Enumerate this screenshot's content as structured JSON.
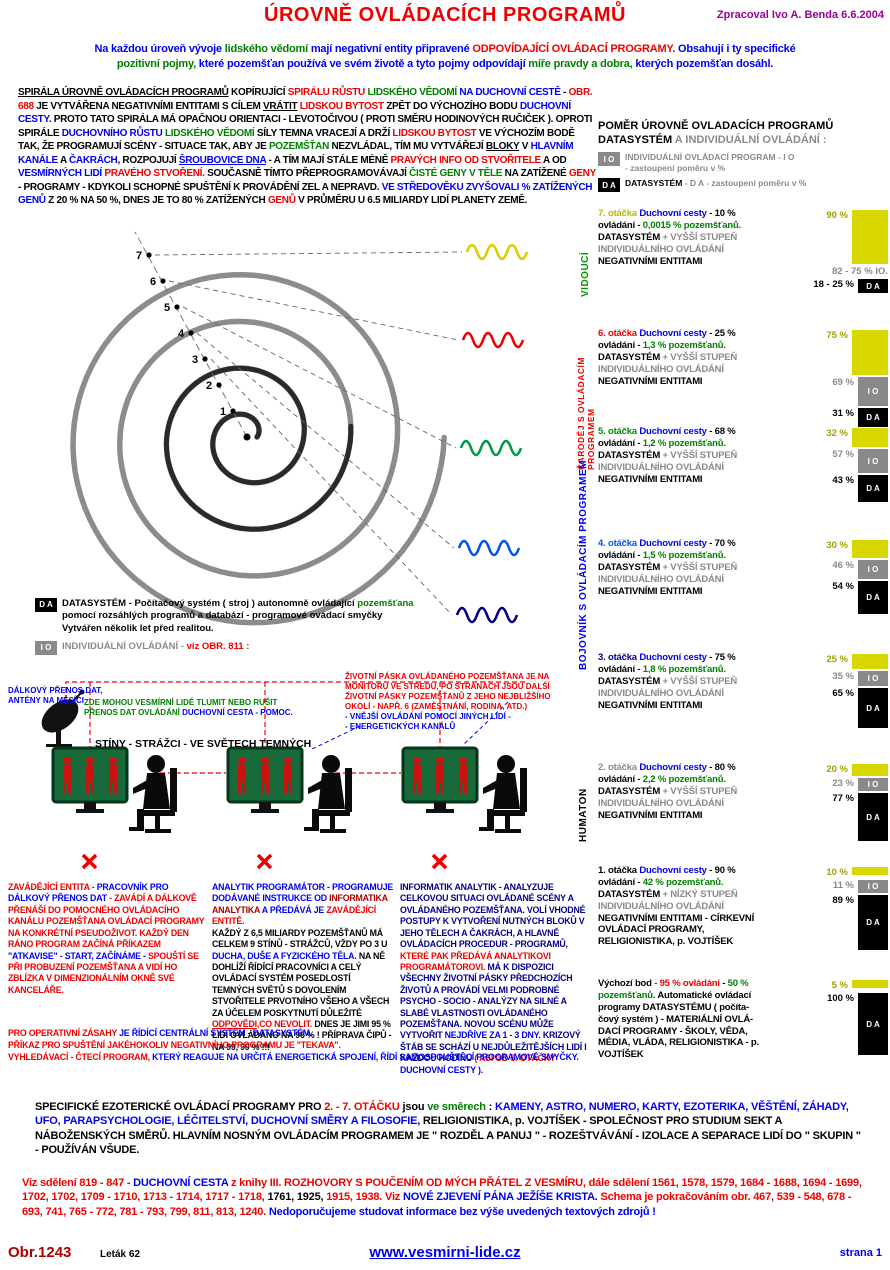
{
  "header": {
    "title": "ÚROVNĚ OVLÁDACÍCH PROGRAMŮ",
    "credit": "Zpracoval Ivo A. Benda  6.6.2004"
  },
  "intro_segments": [
    {
      "t": "Na každou úroveň vývoje ",
      "c": "#0000ee"
    },
    {
      "t": "lidského vědomí",
      "c": "#008000"
    },
    {
      "t": " mají negativní entity připravené ",
      "c": "#0000ee"
    },
    {
      "t": "ODPOVÍDAJÍCÍ OVLÁDACÍ PROGRAMY.",
      "c": "#ee0000"
    },
    {
      "t": " Obsahují i ty specifické\n",
      "c": "#0000ee"
    },
    {
      "t": "pozitivní pojmy,",
      "c": "#008000"
    },
    {
      "t": " které pozemšťan používá ve svém životě a tyto pojmy odpovídají ",
      "c": "#0000ee"
    },
    {
      "t": "míře pravdy a dobra,",
      "c": "#008000"
    },
    {
      "t": " kterých pozemšťan dosáhl.",
      "c": "#0000ee"
    }
  ],
  "main_paragraph_segments": [
    {
      "t": "SPIRÁLA ÚROVNĚ OVLÁDACÍCH PROGRAMŮ",
      "c": "#000000",
      "u": true
    },
    {
      "t": " KOPÍRUJÍCÍ ",
      "c": "#000000"
    },
    {
      "t": "SPIRÁLU RŮSTU ",
      "c": "#ee0000"
    },
    {
      "t": "LIDSKÉHO VĚDOMÍ",
      "c": "#008000"
    },
    {
      "t": " NA ",
      "c": "#0000ee"
    },
    {
      "t": "DUCHOVNÍ CESTĚ",
      "c": "#0000ee"
    },
    {
      "t": " - ",
      "c": "#000000"
    },
    {
      "t": "OBR. 688",
      "c": "#ee0000"
    },
    {
      "t": " JE VYTVÁŘENA NEGATIVNÍMI ENTITAMI S CÍLEM ",
      "c": "#000000"
    },
    {
      "t": "VRÁTIT",
      "c": "#000000",
      "u": true
    },
    {
      "t": " ",
      "c": "#000000"
    },
    {
      "t": "LIDSKOU BYTOST",
      "c": "#ee0000"
    },
    {
      "t": " ZPĚT DO VÝCHOZÍHO BODU ",
      "c": "#000000"
    },
    {
      "t": "DUCHOVNÍ CESTY.",
      "c": "#0000ee"
    },
    {
      "t": " PROTO TATO SPIRÁLA MÁ OPAČNOU ORIENTACI - LEVOTOČIVOU  ( PROTI SMĚRU HODINOVÝCH RUČIČEK ). OPROTI SPIRÁLE ",
      "c": "#000000"
    },
    {
      "t": "DUCHOVNÍHO RŮSTU ",
      "c": "#0000ee"
    },
    {
      "t": "LIDSKÉHO VĚDOMÍ",
      "c": "#008000"
    },
    {
      "t": " SÍLY TEMNA VRACEJÍ A DRŽÍ ",
      "c": "#000000"
    },
    {
      "t": "LIDSKOU BYTOST",
      "c": "#ee0000"
    },
    {
      "t": " VE VÝCHOZÍM  BODĚ TAK, ŽE PROGRAMUJÍ SCÉNY - SITUACE TAK, ABY JE ",
      "c": "#000000"
    },
    {
      "t": "POZEMŠŤAN",
      "c": "#008000"
    },
    {
      "t": "  NEZVLÁDAL, TÍM MU VYTVÁŘEJÍ ",
      "c": "#000000"
    },
    {
      "t": "BLOKY",
      "c": "#000000",
      "u": true
    },
    {
      "t": " V ",
      "c": "#000000"
    },
    {
      "t": "HLAVNÍM KANÁLE",
      "c": "#0000ee"
    },
    {
      "t": " A ",
      "c": "#000000"
    },
    {
      "t": "ČAKRÁCH",
      "c": "#0000ee"
    },
    {
      "t": ", ROZPOJUJÍ ",
      "c": "#000000"
    },
    {
      "t": "ŠROUBOVICE DNA",
      "c": "#0000ee",
      "u": true
    },
    {
      "t": " - A TÍM MAJÍ STÁLE MÉNĚ ",
      "c": "#000000"
    },
    {
      "t": "PRAVÝCH INFO OD STVOŘITELE",
      "c": "#ee0000"
    },
    {
      "t": " A OD ",
      "c": "#000000"
    },
    {
      "t": "VESMÍRNÝCH LIDÍ",
      "c": "#0000ee"
    },
    {
      "t": " ",
      "c": "#000000"
    },
    {
      "t": "PRAVÉHO STVOŘENÍ.",
      "c": "#ee0000"
    },
    {
      "t": " SOUČASNĚ TÍMTO PŘEPROGRAMOVÁVAJÍ ",
      "c": "#000000"
    },
    {
      "t": "ČISTÉ GENY V TĚLE",
      "c": "#008000"
    },
    {
      "t": " NA ZATÍŽENÉ ",
      "c": "#000000"
    },
    {
      "t": "GENY",
      "c": "#ee0000"
    },
    {
      "t": " - PROGRAMY - KDYKOLI SCHOPNÉ SPUŠTĚNÍ K PROVÁDĚNÍ ZEL A NEPRAVD. ",
      "c": "#000000"
    },
    {
      "t": "VE STŘEDOVĚKU ZVYŠOVALI % ZATÍŽENÝCH GENŮ",
      "c": "#0000ee"
    },
    {
      "t": " Z 20 % NA 50 %, DNES JE TO 80 % ZATÍŽENÝCH ",
      "c": "#000000"
    },
    {
      "t": "GENŮ",
      "c": "#ee0000"
    },
    {
      "t": " V PRŮMĚRU U 6.5 MILIARDY LIDÍ PLANETY ZEMĚ.",
      "c": "#000000"
    }
  ],
  "right_panel": {
    "title_line1": "POMĚR ÚROVNĚ OVLADACÍCH PROGRAMŮ",
    "title_line2_segments": [
      {
        "t": "DATASYSTÉM",
        "c": "#000000"
      },
      {
        "t": " A INDIVIDUÁLNÍ OVLÁDÁNÍ :",
        "c": "#8a8a8a"
      }
    ],
    "io_short": "I O",
    "da_short": "D A",
    "legend_io_segments": [
      {
        "t": "INDIVIDUÁLNÍ OVLÁDACÍ PROGRAM - I O\n",
        "c": "#8a8a8a"
      },
      {
        "t": "- zastoupení poměru v %",
        "c": "#8a8a8a"
      }
    ],
    "legend_da_segments": [
      {
        "t": "DATASYSTÉM",
        "c": "#000000"
      },
      {
        "t": " - D A  - zastoupení poměru v %",
        "c": "#8a8a8a"
      }
    ],
    "dc_label": "Duchovní cesty",
    "ovl_label": "ovládání - ",
    "levels": [
      {
        "turn": "7. otáčka",
        "turn_color": "#b8b800",
        "control": "- 10 %",
        "share": "0,0015 % pozemšťanů.",
        "body": [
          {
            "t": "DATASYSTÉM",
            "c": "#000000"
          },
          {
            "t": " + VYŠŠÍ STUPEŇ INDIVIDUÁLNÍHO OVLÁDÁNÍ ",
            "c": "#8a8a8a"
          },
          {
            "t": "NEGATIVNÍMI ENTITAMI",
            "c": "#000000"
          }
        ],
        "free_pct": "90 %",
        "free_val": 90,
        "io_pct": "82 - 75 % IO.",
        "io_val": 0,
        "da_pct": "18 - 25 %",
        "da_val": 21
      },
      {
        "turn": "6. otáčka",
        "turn_color": "#ee0000",
        "control": "- 25 %",
        "share": "1,3 % pozemšťanů.",
        "body": [
          {
            "t": "DATASYSTÉM",
            "c": "#000000"
          },
          {
            "t": " + VYŠŠÍ STUPEŇ INDIVIDUÁLNÍHO OVLÁDÁNÍ ",
            "c": "#8a8a8a"
          },
          {
            "t": "NEGATIVNÍMI ENTITAMI",
            "c": "#000000"
          }
        ],
        "free_pct": "75 %",
        "free_val": 75,
        "io_pct": "69 %",
        "io_val": 69,
        "da_pct": "31 %",
        "da_val": 31
      },
      {
        "turn": "5. otáčka",
        "turn_color": "#009000",
        "control": "- 68 %",
        "share": "1,2 % pozemšťanů.",
        "body": [
          {
            "t": "DATASYSTÉM",
            "c": "#000000"
          },
          {
            "t": " + VYŠŠÍ STUPEŇ ",
            "c": "#8a8a8a"
          },
          {
            "t": "INDIVIDUÁLNÍHO OVLÁDÁNÍ ",
            "c": "#8a8a8a"
          },
          {
            "t": "NEGATIVNÍMI ENTITAMI",
            "c": "#000000"
          }
        ],
        "free_pct": "32 %",
        "free_val": 32,
        "io_pct": "57 %",
        "io_val": 57,
        "da_pct": "43 %",
        "da_val": 43
      },
      {
        "turn": "4. otáčka",
        "turn_color": "#0055ee",
        "control": "- 70 %",
        "share": "1,5 % pozemšťanů.",
        "body": [
          {
            "t": "DATASYSTÉM",
            "c": "#000000"
          },
          {
            "t": " + VYŠŠÍ STUPEŇ ",
            "c": "#8a8a8a"
          },
          {
            "t": "INDIVIDUÁLNÍHO OVLÁDÁNÍ ",
            "c": "#8a8a8a"
          },
          {
            "t": "NEGATIVNÍMI ENTITAMI",
            "c": "#000000"
          }
        ],
        "free_pct": "30 %",
        "free_val": 30,
        "io_pct": "46 %",
        "io_val": 46,
        "da_pct": "54 %",
        "da_val": 54
      },
      {
        "turn": "3. otáčka",
        "turn_color": "#000088",
        "control": "- 75 %",
        "share": "1,8 % pozemšťanů.",
        "body": [
          {
            "t": "DATASYSTÉM",
            "c": "#000000"
          },
          {
            "t": " + VYŠŠÍ ",
            "c": "#8a8a8a"
          },
          {
            "t": "STUPEŇ INDIVIDUÁLNÍHO OVLÁDÁNÍ ",
            "c": "#8a8a8a"
          },
          {
            "t": "NEGATIVNÍMI ENTITAMI",
            "c": "#000000"
          }
        ],
        "free_pct": "25 %",
        "free_val": 25,
        "io_pct": "35 %",
        "io_val": 35,
        "da_pct": "65 %",
        "da_val": 65
      },
      {
        "turn": "2. otáčka",
        "turn_color": "#8a8a8a",
        "control": "- 80 %",
        "share": "2,2 %  pozemšťanů.",
        "body": [
          {
            "t": "DATASYSTÉM",
            "c": "#000000"
          },
          {
            "t": " + VYŠŠÍ STUPEŇ ",
            "c": "#8a8a8a"
          },
          {
            "t": "INDIVIDUÁLNÍHO OVLÁDÁNÍ ",
            "c": "#8a8a8a"
          },
          {
            "t": "NEGATIVNÍMI ENTITAMI",
            "c": "#000000"
          }
        ],
        "free_pct": "20 %",
        "free_val": 20,
        "io_pct": "23 %",
        "io_val": 23,
        "da_pct": "77 %",
        "da_val": 77
      },
      {
        "turn": "1. otáčka",
        "turn_color": "#000000",
        "control": "- 90 %",
        "share": "42 % pozemšťanů.",
        "body": [
          {
            "t": "DATASYSTÉM",
            "c": "#000000"
          },
          {
            "t": " + NÍZKÝ STUPEŇ ",
            "c": "#8a8a8a"
          },
          {
            "t": "INDIVIDUÁLNÍHO OVLÁDÁNÍ ",
            "c": "#8a8a8a"
          },
          {
            "t": "NEGATIVNÍMI ENTITAMI",
            "c": "#000000"
          },
          {
            "t": " - CÍRKEVNÍ OVLÁDACÍ PROGRAMY, RELIGIONISTIKA, p. VOJTÍŠEK",
            "c": "#000000"
          }
        ],
        "free_pct": "10 %",
        "free_val": 10,
        "io_pct": "11 %",
        "io_val": 11,
        "da_pct": "89 %",
        "da_val": 89
      }
    ],
    "start_block": {
      "label_segments": [
        {
          "t": "Výchozí bod",
          "c": "#000000"
        },
        {
          "t": " - 95 % ovládání",
          "c": "#ee0000"
        },
        {
          "t": " - ",
          "c": "#000000"
        },
        {
          "t": "50 % pozemšťanů.",
          "c": "#008000"
        },
        {
          "t": " Automatické ovládací programy DATASYSTÉMU ( počíta- čový systém )",
          "c": "#000000"
        },
        {
          "t": " - MATERIÁLNÍ OVLÁ- DACÍ PROGRAMY - ŠKOLY, VĚDA, MÉDIA, VLÁDA, RELIGIONISTIKA - p. VOJTÍŠEK",
          "c": "#000000"
        }
      ],
      "free_pct": "5 %",
      "free_val": 5,
      "da_pct": "100 %",
      "da_val": 100
    }
  },
  "spiral": {
    "point_labels": [
      "1",
      "2",
      "3",
      "4",
      "5",
      "6",
      "7"
    ],
    "waves": [
      {
        "name": "wave-level-7-icon",
        "color": "#ddcc00"
      },
      {
        "name": "wave-level-6-icon",
        "color": "#ee0000"
      },
      {
        "name": "wave-level-5-icon",
        "color": "#009944"
      },
      {
        "name": "wave-level-4-icon",
        "color": "#0055ee"
      },
      {
        "name": "wave-level-3-icon",
        "color": "#000088"
      }
    ],
    "side_labels": {
      "vidouci": {
        "text": "VIDOUCÍ",
        "color": "#009900"
      },
      "carodej": {
        "text": "ČARODĚJ S OVLÁDACÍM PROGRAMEM",
        "color": "#ee0000"
      },
      "bojovnik": {
        "text": "BOJOVNÍK S OVLÁDACÍM PROGRAMEM",
        "color": "#0000ee"
      },
      "humaton": {
        "text": "HUMATON",
        "color": "#000000"
      }
    }
  },
  "da_io_legend": {
    "da_segments": [
      {
        "t": "DATASYSTÉM",
        "c": "#000000"
      },
      {
        "t": " - Počítačový systém ( stroj )  autonomně  ovládající ",
        "c": "#000000"
      },
      {
        "t": "pozemšťana",
        "c": "#008000"
      },
      {
        "t": "\npomocí rozsáhlých programů a databází - programové ovádací smyčky\nVytvářen několik let před realitou.",
        "c": "#000000"
      }
    ],
    "io_segments": [
      {
        "t": "INDIVIDUÁLNÍ OVLÁDÁNÍ - ",
        "c": "#8a8a8a"
      },
      {
        "t": "viz OBR. 811  :",
        "c": "#ee0000"
      }
    ]
  },
  "scene": {
    "antenna_label": "DÁLKOVÝ PŘENOS DAT,\nANTÉNY NA MĚSÍCI",
    "jam_segments": [
      {
        "t": "ZDE MOHOU VESMÍRNÍ LIDÉ TLUMIT NEBO RUŠIT\nPŘENOS DAT OVLÁDÁNÍ ",
        "c": "#008000"
      },
      {
        "t": "DUCHOVNÍ CESTA - POMOC.",
        "c": "#0000ee"
      }
    ],
    "shadows_title": "STÍNY - STRÁŽCI - VE SVĚTECH TEMNÝCH",
    "life_tape_segments": [
      {
        "t": "ŽIVOTNÍ PÁSKA OVLÁDANÉHO POZEMŠŤANA JE NA\nMONITORU VE STŘEDU, PO STRANÁCH JSOU DALŠÍ\nŽIVOTNÍ PÁSKY POZEMŠŤANŮ Z JEHO NEJBLIŽŠÍHO\nOKOLÍ - NAPŘ. 6 (ZAMĚSTNÁNÍ, RODINA, ATD.)",
        "c": "#ee0000"
      },
      {
        "t": "\n- VNĚJŠÍ OVLÁDÁNÍ POMOCÍ JINÝCH LIDÍ -",
        "c": "#0000ee"
      },
      {
        "t": "\n- ENERGETICKÝCH KANÁLŮ",
        "c": "#0000ee"
      }
    ]
  },
  "columns": {
    "col1_segments": [
      {
        "t": "ZAVÁDĚJÍCÍ ENTITA - ",
        "c": "#ee0000"
      },
      {
        "t": "PRACOVNÍK PRO DÁLKOVÝ PŘENOS DAT",
        "c": "#0000ee"
      },
      {
        "t": " - ZAVÁDÍ A DÁLKOVĚ PŘENÁŠÍ DO POMOCNÉHO OVLÁDACÍHO KANÁLU POZEMŠŤANA OVLÁDACÍ PROGRAMY NA KONKRÉTNÍ PSEUDOŽIVOT. KAŽDÝ DEN RÁNO PROGRAM ZAČÍNÁ PŘÍKAZEM ",
        "c": "#ee0000"
      },
      {
        "t": "\"ATKAVISE\" - START, ZAČÍNÁME -",
        "c": "#0000ee"
      },
      {
        "t": " SPOUŠTÍ SE PŘI PROBUZENÍ POZEMŠŤANA A VIDÍ HO ZBLÍZKA V DIMENZIONÁLNÍM OKNĚ SVÉ KANCELÁŘE.",
        "c": "#ee0000"
      }
    ],
    "col2_segments": [
      {
        "t": "ANALYTIK PROGRAMÁTOR - PROGRAMUJE DODÁVANÉ INSTRUKCE OD ",
        "c": "#0000ee"
      },
      {
        "t": "INFORMATIKA ANALYTIKA",
        "c": "#aa0000"
      },
      {
        "t": " A PŘEDÁVÁ JE ",
        "c": "#0000ee"
      },
      {
        "t": "ZAVÁDĚJÍCÍ ENTITĚ.",
        "c": "#ee0000"
      },
      {
        "t": "\nKAŽDÝ Z 6,5 MILIARDY POZEMŠŤANŮ MÁ CELKEM 9 STÍNŮ - STRÁŽCŮ, VŽDY PO 3 U ",
        "c": "#000000"
      },
      {
        "t": "DUCHA, DUŠE A FYZICKÉHO TĚLA.",
        "c": "#0000ee"
      },
      {
        "t": " NA NĚ DOHLÍŽÍ ŘÍDÍCÍ PRACOVNÍCI A CELÝ OVLÁDACÍ SYSTÉM POSEDLOSTÍ TEMNÝCH SVĚTŮ S DOVOLENÍM STVOŘITELE PRVOTNÍHO VŠEHO A VŠECH ZA ÚČELEM POSKYTNUTÍ DŮLEŽITÉ ",
        "c": "#000000"
      },
      {
        "t": "ODPOVĚDI",
        "c": "#ee0000",
        "u": true
      },
      {
        "t": ",CO NEVOLIT.",
        "c": "#ee0000"
      },
      {
        "t": " DNES JE JIMI 95 % LIDÍ OVLÁDÁNO NA 95 % !  PŘÍPRAVA ČIPŮ - NA 99, 99 % !!!",
        "c": "#000000"
      }
    ],
    "col3_segments": [
      {
        "t": "INFORMATIK ANALYTIK - ANALYZUJE CELKOVOU SITUACI OVLÁDANÉ SCÉNY A OVLÁDANÉHO POZEMŠŤANA. VOLÍ VHODNÉ POSTUPY K VYTVOŘENÍ NUTNÝCH BLOKŮ V JEHO TĚLECH A ČAKRÁCH, A HLAVNĚ OVLÁDACÍCH PROCEDUR - PROGRAMŮ, ",
        "c": "#000088"
      },
      {
        "t": "KTERÉ PAK PŘEDÁVÁ ANALYTIKOVI PROGRAMÁTOROVI.",
        "c": "#ee0000"
      },
      {
        "t": " MÁ K DISPOZICI VŠECHNY ŽIVOTNÍ PÁSKY PŘEDCHOZÍCH ŽIVOTŮ A PROVÁDÍ VELMI PODROBNÉ PSYCHO - SOCIO - ANALÝZY NA SILNÉ A SLABÉ VLASTNOSTI OVLÁDANÉHO POZEMŠŤANA. NOVOU SCÉNU MŮŽE VYTVOŘIT ",
        "c": "#000088"
      },
      {
        "t": "NEJDŘÍVE ZA 1 - 3 DNY.",
        "c": "#0000ee"
      },
      {
        "t": " KRIZOVÝ ŠTÁB SE SCHÁZÍ U NEJDŮLEŽITĚJŠÍCH LIDÍ I KAŽDOU HODINU ",
        "c": "#000088"
      },
      {
        "t": "( ASI OD 5. OTÁČKY ",
        "c": "#ee0000"
      },
      {
        "t": "DUCHOVNÍ CESTY ).",
        "c": "#0000ee"
      }
    ],
    "operative_segments": [
      {
        "t": "PRO OPERATIVNÍ ZÁSAHY",
        "c": "#ee0000"
      },
      {
        "t": " JE ŘÍDÍCÍ CENTRÁLNÍ SYSTÉM - DATASYSTÉM.",
        "c": "#0000ee"
      },
      {
        "t": "\nPŘÍKAZ PRO SPUŠTĚNÍ JAKÉHOKOLIV NEGATIVNÍHO PROGRAMU JE \"TEKAVA\".",
        "c": "#ee0000"
      },
      {
        "t": "\nVYHLEDÁVACÍ - ČTECÍ PROGRAM, ",
        "c": "#ee0000"
      },
      {
        "t": "KTERÝ REAGUJE NA URČITÁ ENERGETICKÁ SPOJENÍ, ŘÍDÍ SAMOSPOUŠTĚCÍ PROGRAMOVÉ SMYČKY.",
        "c": "#0000ee"
      }
    ]
  },
  "bottom": {
    "esoteric_segments": [
      {
        "t": "SPECIFICKÉ EZOTERICKÉ  OVLÁDACÍ PROGRAMY PRO ",
        "c": "#000000"
      },
      {
        "t": "2. - 7. OTÁČKU",
        "c": "#ee0000"
      },
      {
        "t": " jsou ",
        "c": "#000000"
      },
      {
        "t": "ve směrech",
        "c": "#008000"
      },
      {
        "t": "  : ",
        "c": "#000000"
      },
      {
        "t": "KAMENY, ASTRO, NUMERO, KARTY, EZOTERIKA, VĚŠTĚNÍ, ZÁHADY, UFO, PARAPSYCHOLOGIE, LÉČITELSTVÍ, DUCHOVNÍ SMĚRY A FILOSOFIE,",
        "c": "#0000ee"
      },
      {
        "t": " RELIGIONISTIKA, p. VOJTÍŠEK - SPOLEČNOST PRO  STUDIUM SEKT  A NÁBOŽENSKÝCH SMĚRŮ.  HLAVNÍM NOSNÝM OVLÁDACÍM PROGRAMEM JE \" ROZDĚL A PANUJ \" - ROZEŠTVÁVÁNÍ - IZOLACE A SEPARACE LIDÍ  DO \" SKUPIN \"  - POUŽÍVÁN VŠUDE.",
        "c": "#000000"
      }
    ],
    "sources_segments": [
      {
        "t": "Viz sdělení 819 - 847 - ",
        "c": "#ee0000"
      },
      {
        "t": "DUCHOVNÍ CESTA",
        "c": "#0000ee"
      },
      {
        "t": " z knihy III. ROZHOVORY S POUČENÍM OD MÝCH PŘÁTEL Z VESMÍRU, dále sdělení 1561, 1578, 1579, 1684 - 1688, 1694 - 1699, 1702, 1702, 1709 - 1710, 1713 - 1714, 1717 - 1718, ",
        "c": "#ee0000"
      },
      {
        "t": "1761, 1925,",
        "c": "#000000"
      },
      {
        "t": " 1915, 1938. Viz ",
        "c": "#ee0000"
      },
      {
        "t": "NOVÉ ZJEVENÍ PÁNA JEŽÍŠE KRISTA.",
        "c": "#0000ee"
      },
      {
        "t": " Schema je pokračováním obr. 467, 539 - 548, 678 - 693, 741, 765 - 772, 781 - 793, 799, 811, 813, 1240.",
        "c": "#ee0000"
      },
      {
        "t": "    Nedoporučujeme studovat informace bez výše uvedených textových zdrojů !",
        "c": "#0000ee"
      }
    ]
  },
  "footer": {
    "figure": "Obr.1243",
    "leaflet": "Leták 62",
    "url": "www.vesmirni-lide.cz",
    "page": "strana 1"
  },
  "chart_data": {
    "type": "bar",
    "title": "POMĚR ÚROVNĚ OVLADACÍCH PROGRAMŮ DATASYSTÉM A INDIVIDUÁLNÍ OVLÁDÁNÍ",
    "categories": [
      "7. otáčka",
      "6. otáčka",
      "5. otáčka",
      "4. otáčka",
      "3. otáčka",
      "2. otáčka",
      "1. otáčka",
      "Výchozí bod"
    ],
    "series": [
      {
        "name": "ovládání %",
        "values": [
          10,
          25,
          68,
          70,
          75,
          80,
          90,
          95
        ]
      },
      {
        "name": "% pozemšťanů",
        "values": [
          0.0015,
          1.3,
          1.2,
          1.5,
          1.8,
          2.2,
          42,
          50
        ]
      },
      {
        "name": "volný podíl % (žlutý sloupec)",
        "values": [
          90,
          75,
          32,
          30,
          25,
          20,
          10,
          5
        ]
      },
      {
        "name": "IO % (individuální ovládání)",
        "values": [
          "82-75",
          69,
          57,
          46,
          35,
          23,
          11,
          0
        ]
      },
      {
        "name": "DA % (datasystém)",
        "values": [
          "18-25",
          31,
          43,
          54,
          65,
          77,
          89,
          100
        ]
      }
    ],
    "ylim": [
      0,
      100
    ],
    "grid": false,
    "legend_position": "top"
  }
}
